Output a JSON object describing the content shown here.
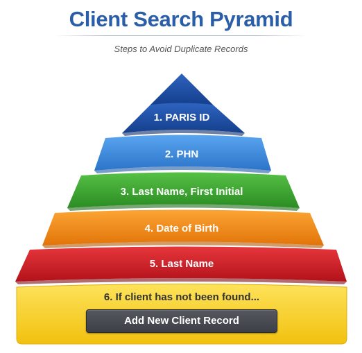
{
  "header": {
    "title": "Client Search Pyramid",
    "subtitle": "Steps to Avoid Duplicate Records"
  },
  "tiers": [
    {
      "label": "1. PARIS ID",
      "color": "#1d4ea3"
    },
    {
      "label": "2. PHN",
      "color": "#3f8ee0"
    },
    {
      "label": "3. Last Name, First Initial",
      "color": "#3daa2f"
    },
    {
      "label": "4. Date of Birth",
      "color": "#f08a12"
    },
    {
      "label": "5. Last Name",
      "color": "#d3212a"
    }
  ],
  "base": {
    "label": "6. If client has not been found...",
    "color": "#f6cf1f",
    "button_label": "Add New Client Record"
  }
}
